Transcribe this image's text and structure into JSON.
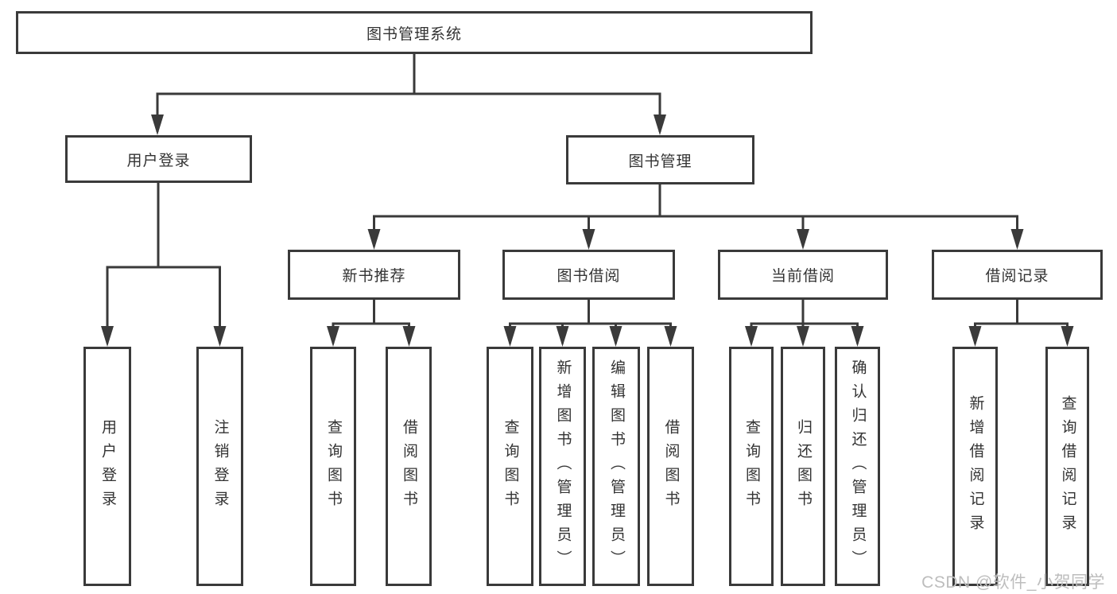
{
  "tree": {
    "root": "图书管理系统",
    "user_login": {
      "label": "用户登录",
      "children": {
        "login": "用户登录",
        "logout": "注销登录"
      }
    },
    "book_mgmt": {
      "label": "图书管理",
      "children": {
        "new_book_rec": {
          "label": "新书推荐",
          "children": {
            "query": "查询图书",
            "borrow": "借阅图书"
          }
        },
        "book_borrow": {
          "label": "图书借阅",
          "children": {
            "query": "查询图书",
            "add": "新增图书（管理员）",
            "edit": "编辑图书（管理员）",
            "borrow": "借阅图书"
          }
        },
        "current_borrow": {
          "label": "当前借阅",
          "children": {
            "query": "查询图书",
            "return": "归还图书",
            "confirm": "确认归还（管理员）"
          }
        },
        "borrow_records": {
          "label": "借阅记录",
          "children": {
            "add": "新增借阅记录",
            "query": "查询借阅记录"
          }
        }
      }
    }
  },
  "watermark": "CSDN @软件_小贺同学",
  "colors": {
    "line": "#3a3a3a",
    "text": "#333333",
    "background": "#ffffff",
    "watermark": "#bdbdbd"
  }
}
